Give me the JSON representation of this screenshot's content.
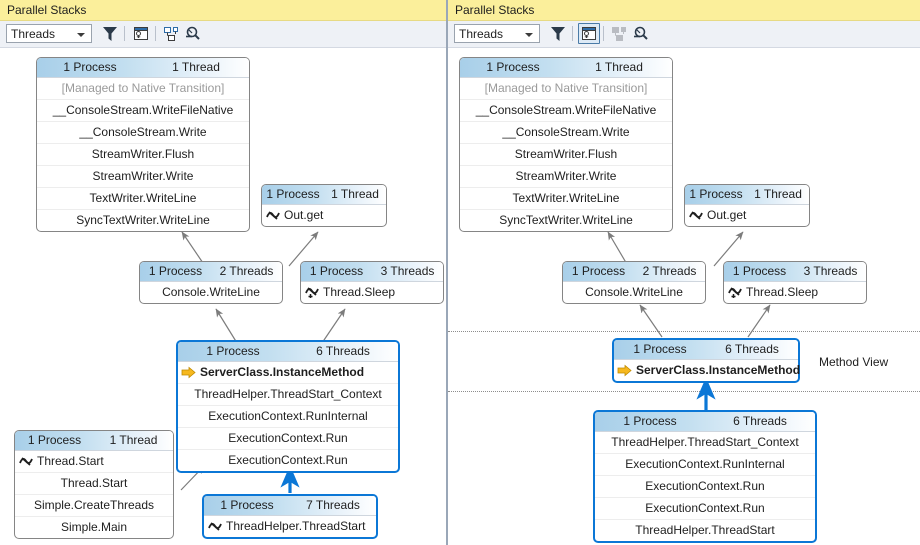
{
  "panels": [
    {
      "id": "left",
      "title": "Parallel Stacks",
      "toolbar": {
        "combo_value": "Threads",
        "combo_label": "view-selector",
        "filter_icon": "filter-icon",
        "toggle_method_view_icon": "toggle-method-view-icon",
        "auto_scroll_icon": "auto-scroll-to-stack-frame-icon",
        "zoom_icon": "zoom-control-icon",
        "method_view_active": false,
        "auto_scroll_enabled": true
      },
      "method_view_label": null,
      "boxes": [
        {
          "name": "box-console-write-stack",
          "selected": false,
          "process": "1 Process",
          "threads": "1 Thread",
          "rows": [
            {
              "text": "[Managed to Native Transition]",
              "dim": true,
              "icon": null,
              "bold": false
            },
            {
              "text": "__ConsoleStream.WriteFileNative",
              "dim": false,
              "icon": null,
              "bold": false
            },
            {
              "text": "__ConsoleStream.Write",
              "dim": false,
              "icon": null,
              "bold": false
            },
            {
              "text": "StreamWriter.Flush",
              "dim": false,
              "icon": null,
              "bold": false
            },
            {
              "text": "StreamWriter.Write",
              "dim": false,
              "icon": null,
              "bold": false
            },
            {
              "text": "TextWriter.WriteLine",
              "dim": false,
              "icon": null,
              "bold": false
            },
            {
              "text": "SyncTextWriter.WriteLine",
              "dim": false,
              "icon": null,
              "bold": false
            }
          ]
        },
        {
          "name": "box-out-get",
          "selected": false,
          "process": "1 Process",
          "threads": "1 Thread",
          "rows": [
            {
              "text": "Out.get",
              "dim": false,
              "icon": "threads-icon",
              "bold": false
            }
          ]
        },
        {
          "name": "box-console-writeline",
          "selected": false,
          "process": "1 Process",
          "threads": "2 Threads",
          "rows": [
            {
              "text": "Console.WriteLine",
              "dim": false,
              "icon": null,
              "bold": false
            }
          ]
        },
        {
          "name": "box-thread-sleep",
          "selected": false,
          "process": "1 Process",
          "threads": "3 Threads",
          "rows": [
            {
              "text": "Thread.Sleep",
              "dim": false,
              "icon": "threads-icon",
              "bold": false
            }
          ]
        },
        {
          "name": "box-serverclass-instancemethod",
          "selected": true,
          "process": "1 Process",
          "threads": "6 Threads",
          "rows": [
            {
              "text": "ServerClass.InstanceMethod",
              "dim": false,
              "icon": "current-frame-arrow-icon",
              "bold": true
            },
            {
              "text": "ThreadHelper.ThreadStart_Context",
              "dim": false,
              "icon": null,
              "bold": false
            },
            {
              "text": "ExecutionContext.RunInternal",
              "dim": false,
              "icon": null,
              "bold": false
            },
            {
              "text": "ExecutionContext.Run",
              "dim": false,
              "icon": null,
              "bold": false
            },
            {
              "text": "ExecutionContext.Run",
              "dim": false,
              "icon": null,
              "bold": false
            }
          ]
        },
        {
          "name": "box-thread-start-main",
          "selected": false,
          "process": "1 Process",
          "threads": "1 Thread",
          "rows": [
            {
              "text": "Thread.Start",
              "dim": false,
              "icon": "threads-icon",
              "bold": false
            },
            {
              "text": "Thread.Start",
              "dim": false,
              "icon": null,
              "bold": false
            },
            {
              "text": "Simple.CreateThreads",
              "dim": false,
              "icon": null,
              "bold": false
            },
            {
              "text": "Simple.Main",
              "dim": false,
              "icon": null,
              "bold": false
            }
          ]
        },
        {
          "name": "box-threadhelper-threadstart",
          "selected": true,
          "process": "1 Process",
          "threads": "7 Threads",
          "rows": [
            {
              "text": "ThreadHelper.ThreadStart",
              "dim": false,
              "icon": "threads-icon",
              "bold": false
            }
          ]
        }
      ]
    },
    {
      "id": "right",
      "title": "Parallel Stacks",
      "toolbar": {
        "combo_value": "Threads",
        "combo_label": "view-selector",
        "filter_icon": "filter-icon",
        "toggle_method_view_icon": "toggle-method-view-icon",
        "auto_scroll_icon": "auto-scroll-to-stack-frame-icon",
        "zoom_icon": "zoom-control-icon",
        "method_view_active": true,
        "auto_scroll_enabled": false
      },
      "method_view_label": "Method View",
      "boxes": [
        {
          "name": "box-console-write-stack",
          "selected": false,
          "process": "1 Process",
          "threads": "1 Thread",
          "rows": [
            {
              "text": "[Managed to Native Transition]",
              "dim": true,
              "icon": null,
              "bold": false
            },
            {
              "text": "__ConsoleStream.WriteFileNative",
              "dim": false,
              "icon": null,
              "bold": false
            },
            {
              "text": "__ConsoleStream.Write",
              "dim": false,
              "icon": null,
              "bold": false
            },
            {
              "text": "StreamWriter.Flush",
              "dim": false,
              "icon": null,
              "bold": false
            },
            {
              "text": "StreamWriter.Write",
              "dim": false,
              "icon": null,
              "bold": false
            },
            {
              "text": "TextWriter.WriteLine",
              "dim": false,
              "icon": null,
              "bold": false
            },
            {
              "text": "SyncTextWriter.WriteLine",
              "dim": false,
              "icon": null,
              "bold": false
            }
          ]
        },
        {
          "name": "box-out-get",
          "selected": false,
          "process": "1 Process",
          "threads": "1 Thread",
          "rows": [
            {
              "text": "Out.get",
              "dim": false,
              "icon": "threads-icon",
              "bold": false
            }
          ]
        },
        {
          "name": "box-console-writeline",
          "selected": false,
          "process": "1 Process",
          "threads": "2 Threads",
          "rows": [
            {
              "text": "Console.WriteLine",
              "dim": false,
              "icon": null,
              "bold": false
            }
          ]
        },
        {
          "name": "box-thread-sleep",
          "selected": false,
          "process": "1 Process",
          "threads": "3 Threads",
          "rows": [
            {
              "text": "Thread.Sleep",
              "dim": false,
              "icon": "threads-icon",
              "bold": false
            }
          ]
        },
        {
          "name": "box-serverclass-instancemethod",
          "selected": true,
          "process": "1 Process",
          "threads": "6 Threads",
          "rows": [
            {
              "text": "ServerClass.InstanceMethod",
              "dim": false,
              "icon": "current-frame-arrow-icon",
              "bold": true
            }
          ]
        },
        {
          "name": "box-callees-stack",
          "selected": true,
          "process": "1 Process",
          "threads": "6 Threads",
          "rows": [
            {
              "text": "ThreadHelper.ThreadStart_Context",
              "dim": false,
              "icon": null,
              "bold": false
            },
            {
              "text": "ExecutionContext.RunInternal",
              "dim": false,
              "icon": null,
              "bold": false
            },
            {
              "text": "ExecutionContext.Run",
              "dim": false,
              "icon": null,
              "bold": false
            },
            {
              "text": "ExecutionContext.Run",
              "dim": false,
              "icon": null,
              "bold": false
            },
            {
              "text": "ThreadHelper.ThreadStart",
              "dim": false,
              "icon": null,
              "bold": false
            }
          ]
        }
      ]
    }
  ],
  "colors": {
    "title_bg": "#fbef9b",
    "toolbar_bg": "#eef1f6",
    "header_blue": "#a8cfe9",
    "selection_blue": "#0b77d6",
    "connector_gray": "#7c7c7c",
    "current_arrow_yellow": "#f6b81e",
    "dim_text": "#9a9a9a"
  }
}
